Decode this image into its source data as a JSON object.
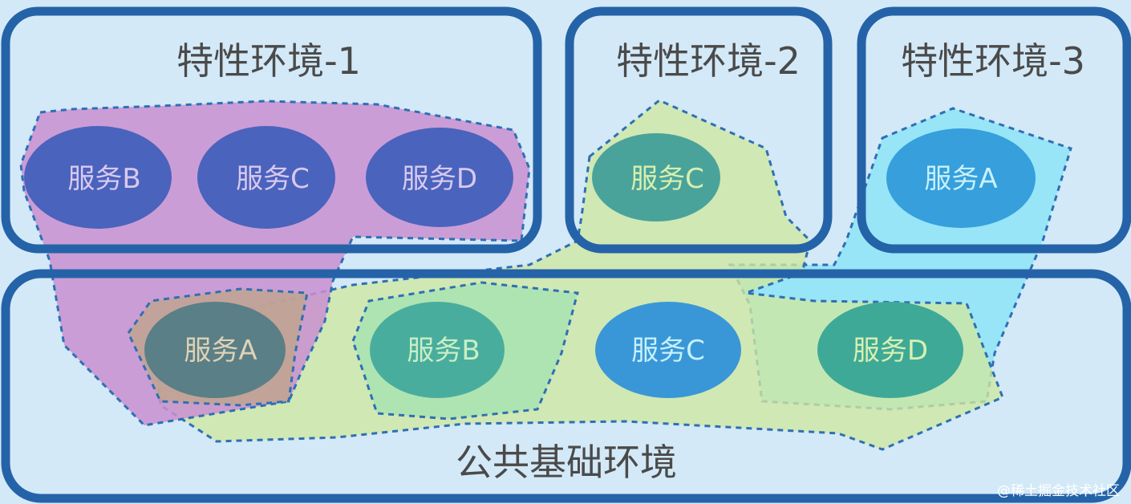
{
  "environments": {
    "feature_1": {
      "title": "特性环境-1"
    },
    "feature_2": {
      "title": "特性环境-2"
    },
    "feature_3": {
      "title": "特性环境-3"
    },
    "public": {
      "title": "公共基础环境"
    }
  },
  "services": {
    "f1_b": "服务B",
    "f1_c": "服务C",
    "f1_d": "服务D",
    "f2_c": "服务C",
    "f3_a": "服务A",
    "pub_a": "服务A",
    "pub_b": "服务B",
    "pub_c": "服务C",
    "pub_d": "服务D"
  },
  "watermark": "@稀土掘金技术社区",
  "colors": {
    "background": "#d3e9f7",
    "environment_border": "#2563a8",
    "region_feature_1": "#c98fd0",
    "region_feature_2": "#cfe8a0",
    "region_feature_3": "#7fe3f5",
    "region_public_green": "#9fe3b0"
  }
}
